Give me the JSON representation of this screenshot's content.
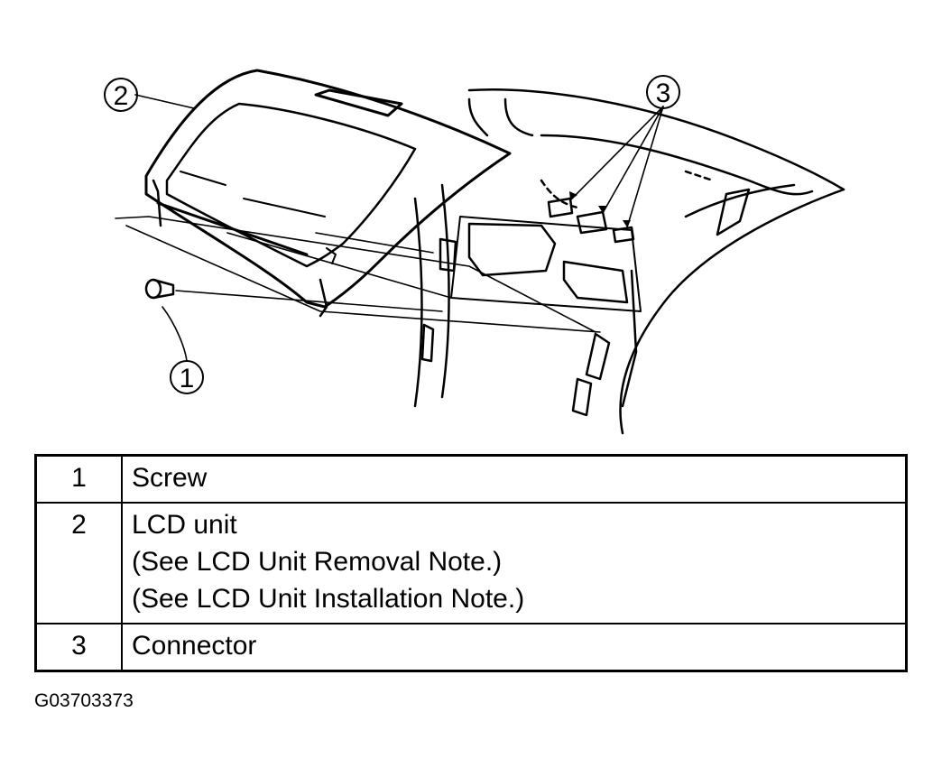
{
  "callouts": [
    "1",
    "2",
    "3"
  ],
  "parts": [
    {
      "num": "1",
      "lines": [
        "Screw"
      ]
    },
    {
      "num": "2",
      "lines": [
        "LCD unit",
        "(See LCD Unit Removal Note.)",
        "(See LCD Unit Installation Note.)"
      ]
    },
    {
      "num": "3",
      "lines": [
        "Connector"
      ]
    }
  ],
  "figure_id": "G03703373"
}
